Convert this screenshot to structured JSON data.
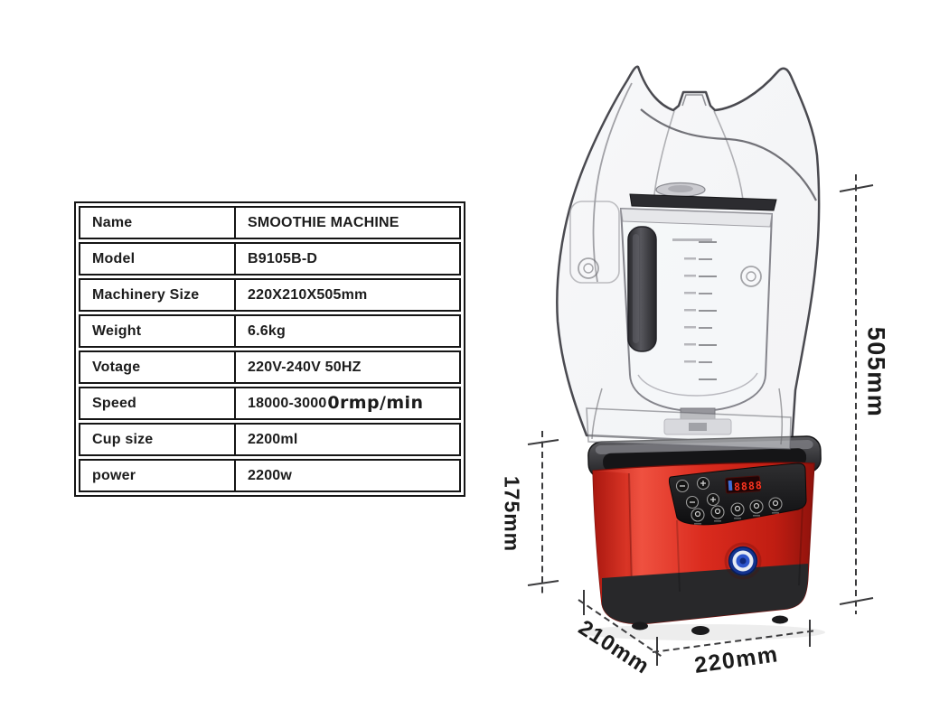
{
  "spec_table": {
    "rows": [
      {
        "label": "Name",
        "value": "SMOOTHIE MACHINE"
      },
      {
        "label": "Model",
        "value": "B9105B-D"
      },
      {
        "label": "Machinery Size",
        "value": "220X210X505mm"
      },
      {
        "label": "Weight",
        "value": "6.6kg"
      },
      {
        "label": "Votage",
        "value": "220V-240V 50HZ"
      },
      {
        "label": "Speed",
        "value": "18000-3000",
        "value_suffix": "0rmp/min"
      },
      {
        "label": "Cup size",
        "value": "2200ml"
      },
      {
        "label": "power",
        "value": "2200w"
      }
    ]
  },
  "figure": {
    "product": "Commercial smoothie blender with transparent sound enclosure, graduated jar and red motor base",
    "display_digits": "8888",
    "dimensions": {
      "total_height": "505mm",
      "base_height": "175mm",
      "depth": "210mm",
      "width": "220mm"
    },
    "colors": {
      "base_red": "#d7271d",
      "base_red_dark": "#9e150e",
      "panel_black": "#1b1b1b",
      "display_digits_red": "#ff3520",
      "power_button_blue": "#2448b8",
      "dimension_line": "#3a3a3c",
      "cover_outline": "#4a4a50"
    }
  }
}
